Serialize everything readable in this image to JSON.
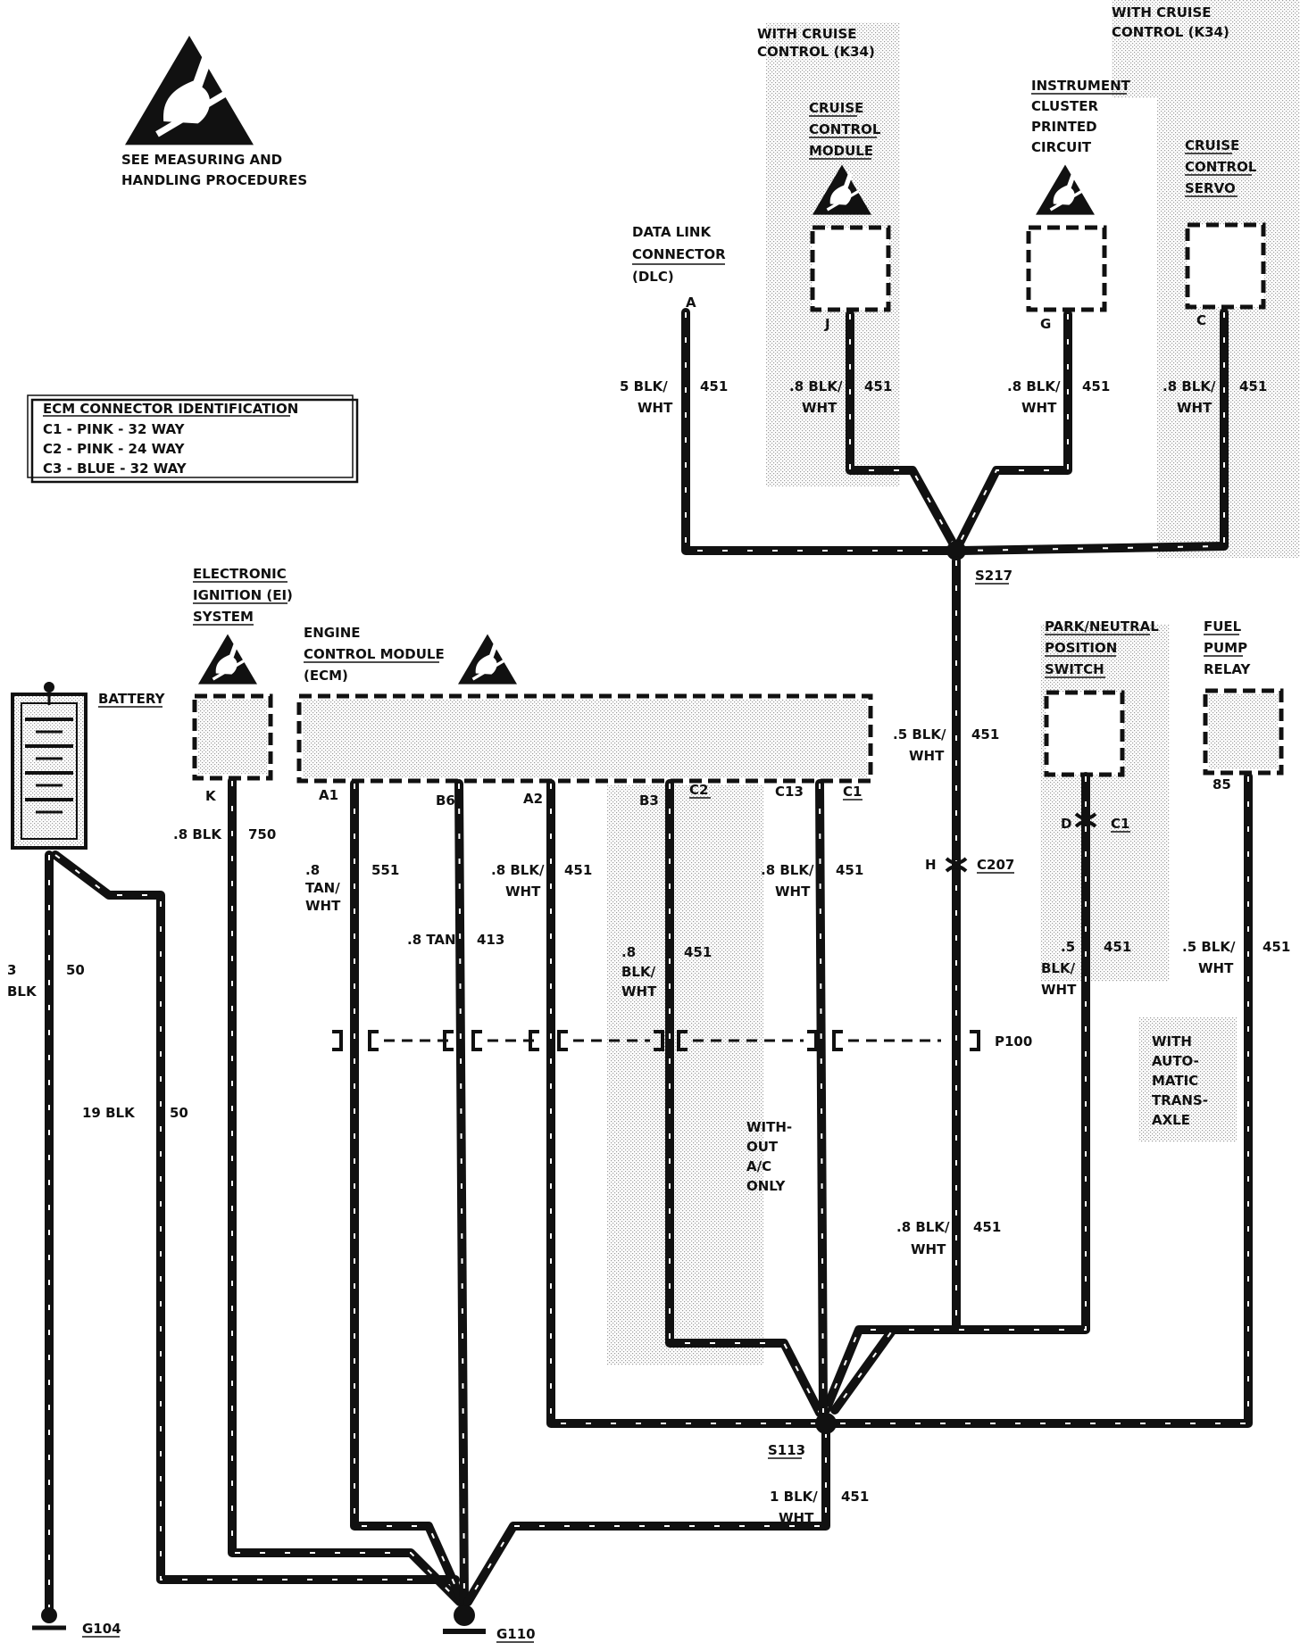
{
  "esd_notice": {
    "line1": "SEE MEASURING AND",
    "line2": "HANDLING PROCEDURES"
  },
  "ecm_id": {
    "title": "ECM CONNECTOR IDENTIFICATION",
    "rows": [
      "C1 - PINK - 32 WAY",
      "C2 - PINK - 24 WAY",
      "C3 - BLUE - 32 WAY"
    ]
  },
  "options": {
    "cruise_left": [
      "WITH CRUISE",
      "CONTROL (K34)"
    ],
    "cruise_right": [
      "WITH CRUISE",
      "CONTROL (K34)"
    ],
    "without_ac": [
      "WITH-",
      "OUT",
      "A/C",
      "ONLY"
    ],
    "auto_trans": [
      "WITH",
      "AUTO-",
      "MATIC",
      "TRANS-",
      "AXLE"
    ]
  },
  "components": {
    "dlc": [
      "DATA LINK",
      "CONNECTOR",
      "(DLC)"
    ],
    "cruise_module": [
      "CRUISE",
      "CONTROL",
      "MODULE"
    ],
    "instrument_cluster": [
      "INSTRUMENT",
      "CLUSTER",
      "PRINTED",
      "CIRCUIT"
    ],
    "cruise_servo": [
      "CRUISE",
      "CONTROL",
      "SERVO"
    ],
    "ei_system": [
      "ELECTRONIC",
      "IGNITION (EI)",
      "SYSTEM"
    ],
    "ecm": [
      "ENGINE",
      "CONTROL MODULE",
      "(ECM)"
    ],
    "battery": "BATTERY",
    "pnp_switch": [
      "PARK/NEUTRAL",
      "POSITION",
      "SWITCH"
    ],
    "fuel_pump_relay": [
      "FUEL",
      "PUMP",
      "RELAY"
    ]
  },
  "pins": {
    "dlc": "A",
    "cruise_module": "J",
    "instrument_cluster": "G",
    "cruise_servo": "C",
    "ei": "K",
    "ecm_a1": "A1",
    "ecm_b6": "B6",
    "ecm_a2": "A2",
    "ecm_b3": "B3",
    "ecm_c2": "C2",
    "ecm_c13": "C13",
    "ecm_c1": "C1",
    "pnp": "D",
    "pnp_conn": "C1",
    "relay": "85",
    "c207_pin": "H"
  },
  "wires": {
    "dlc": [
      "5 BLK/",
      "WHT",
      "451"
    ],
    "cruise_module": [
      ".8 BLK/",
      "WHT",
      "451"
    ],
    "instrument_cluster": [
      ".8 BLK/",
      "WHT",
      "451"
    ],
    "cruise_servo": [
      ".8 BLK/",
      "WHT",
      "451"
    ],
    "s217_down": [
      ".5 BLK/",
      "WHT",
      "451"
    ],
    "ei": [
      ".8 BLK",
      "750"
    ],
    "a1": [
      ".8",
      "TAN/",
      "WHT",
      "551"
    ],
    "b6": [
      ".8 TAN",
      "413"
    ],
    "a2": [
      ".8 BLK/",
      "WHT",
      "451"
    ],
    "b3": [
      ".8",
      "BLK/",
      "WHT",
      "451"
    ],
    "c13": [
      ".8 BLK/",
      "WHT",
      "451"
    ],
    "lower_mid": [
      ".8 BLK/",
      "WHT",
      "451"
    ],
    "pnp": [
      ".5",
      "BLK/",
      "WHT",
      "451"
    ],
    "relay": [
      ".5 BLK/",
      "WHT",
      "451"
    ],
    "s113_down": [
      "1 BLK/",
      "WHT",
      "451"
    ],
    "battery_left": [
      "3",
      "BLK",
      "50"
    ],
    "battery_right": [
      "19 BLK",
      "50"
    ]
  },
  "splices": {
    "s217": "S217",
    "s113": "S113"
  },
  "connectors": {
    "c207": "C207",
    "p100": "P100"
  },
  "grounds": {
    "g104": "G104",
    "g110": "G110"
  }
}
